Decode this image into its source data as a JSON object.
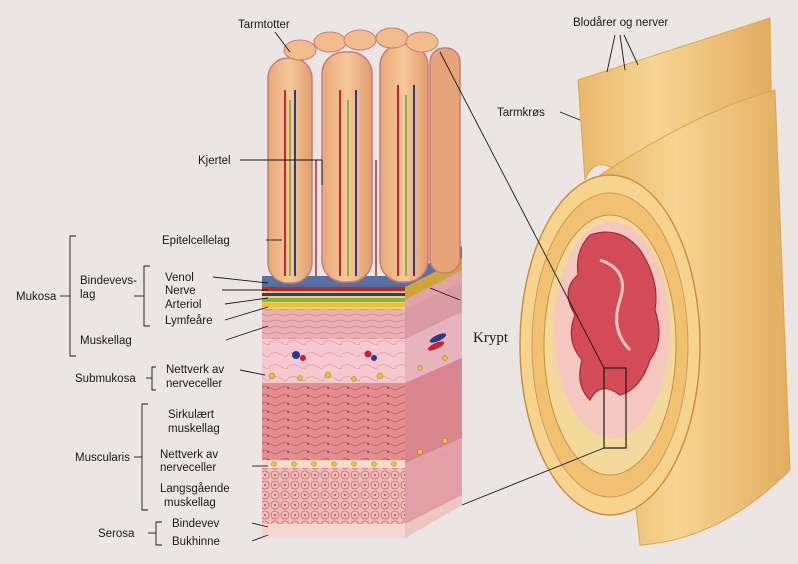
{
  "labels": {
    "tarmtotter": "Tarmtotter",
    "kjertel": "Kjertel",
    "epitelcellelag": "Epitelcellelag",
    "venol": "Venol",
    "nerve": "Nerve",
    "arteriol": "Arteriol",
    "lymfeare": "Lymfeåre",
    "bindevevslag_1": "Bindevevs-",
    "bindevevslag_2": "lag",
    "mukosa": "Mukosa",
    "muskellag": "Muskellag",
    "krypt": "Krypt",
    "submukosa": "Submukosa",
    "nettverk1_1": "Nettverk av",
    "nettverk1_2": "nerveceller",
    "sirkulaert_1": "Sirkulært",
    "sirkulaert_2": "muskellag",
    "muscularis": "Muscularis",
    "nettverk2_1": "Nettverk av",
    "nettverk2_2": "nerveceller",
    "langsgaende_1": "Langsgående",
    "langsgaende_2": "muskellag",
    "serosa": "Serosa",
    "bindevev": "Bindevev",
    "bukhinne": "Bukhinne",
    "blodarer": "Blodårer og nerver",
    "tarmkros": "Tarmkrøs"
  },
  "colors": {
    "background": "#ebe6e4",
    "villi": "#f0b888",
    "villi_edge": "#c97a7a",
    "mucosa_pink": "#e8b0b8",
    "muscle_pink": "#e9a2a8",
    "circ_muscle": "#e48d8e",
    "long_muscle": "#f0b6b4",
    "intestine_yellow": "#f3cd85",
    "intestine_edge": "#d9a752",
    "lumen_red": "#d24b56",
    "vein_blue": "#2a3a8c",
    "artery_red": "#c0262f",
    "nerve_yellow": "#e8c23a",
    "lymph_green": "#8db04a"
  }
}
